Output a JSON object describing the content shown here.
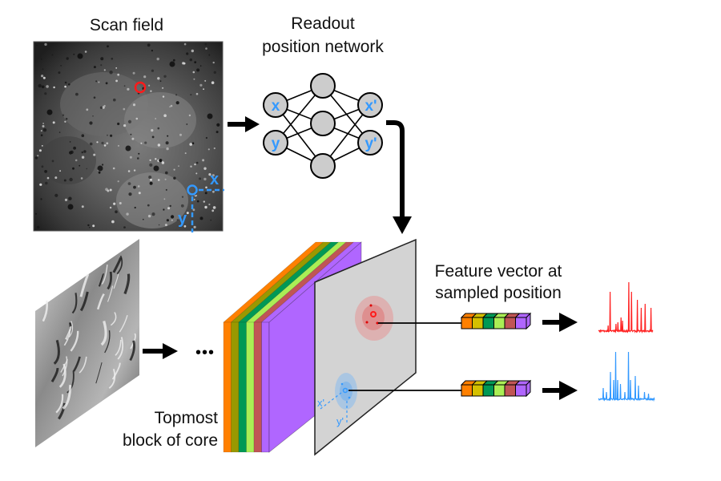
{
  "labels": {
    "scan_field": "Scan field",
    "readout_line1": "Readout",
    "readout_line2": "position network",
    "feature_line1": "Feature vector at",
    "feature_line2": "sampled position",
    "core_line1": "Topmost",
    "core_line2": "block of core",
    "ellipsis": "•••"
  },
  "scan_field": {
    "coord_x": "x",
    "coord_y": "y",
    "markers": [
      {
        "name": "red-neuron-marker",
        "color": "#ff1a1a"
      },
      {
        "name": "blue-neuron-marker",
        "color": "#3399ff"
      }
    ]
  },
  "network": {
    "input_nodes": [
      "x",
      "y"
    ],
    "hidden_nodes": 3,
    "output_nodes": [
      "x'",
      "y'"
    ],
    "node_fill": "#cccccc"
  },
  "feature_map": {
    "coord_x": "x'",
    "coord_y": "y'",
    "layer_colors": [
      "#ff8000",
      "#999900",
      "#009955",
      "#aaee55",
      "#c05555",
      "#b066ff"
    ]
  },
  "feature_vector": {
    "cell_colors": [
      "#ff8000",
      "#d4c000",
      "#009955",
      "#aaee55",
      "#c05555",
      "#b066ff"
    ]
  },
  "responses": [
    {
      "name": "red-response-trace",
      "color": "#ff2222"
    },
    {
      "name": "blue-response-trace",
      "color": "#3399ff"
    }
  ]
}
